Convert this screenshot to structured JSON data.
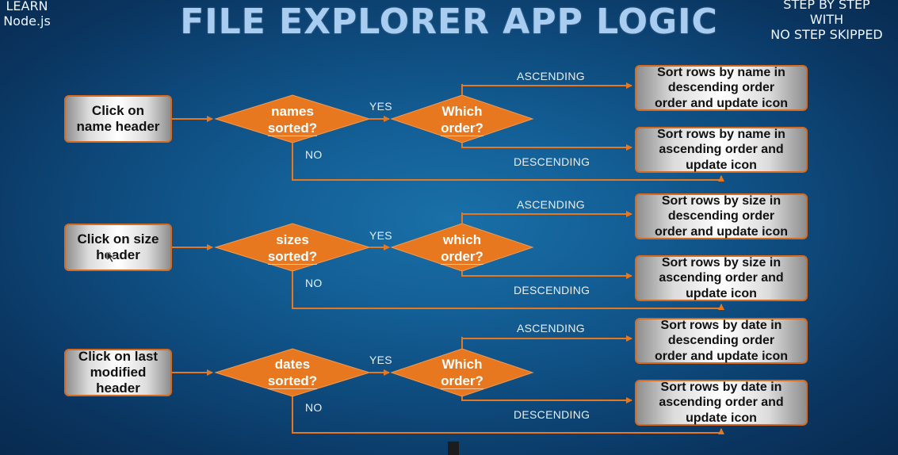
{
  "slide": {
    "title": "FILE EXPLORER APP LOGIC",
    "corner_left": [
      "LEARN",
      "Node.js"
    ],
    "corner_right": [
      "STEP BY STEP",
      "WITH",
      "NO STEP SKIPPED"
    ]
  },
  "colors": {
    "accent_orange": "#e8781f",
    "border_orange": "#d76a1e",
    "title_blue": "#a9cdf0"
  },
  "flows": [
    {
      "start": [
        "Click on",
        "name header"
      ],
      "decision": [
        "names",
        "sorted?"
      ],
      "order_question": [
        "Which",
        "order?"
      ],
      "yes_label": "YES",
      "no_label": "NO",
      "ascending_label": "ASCENDING",
      "descending_label": "DESCENDING",
      "result_top": [
        "Sort rows by name in",
        "descending order",
        "order and update icon"
      ],
      "result_bottom": [
        "Sort rows by name in",
        "ascending order and",
        "update icon"
      ]
    },
    {
      "start": [
        "Click on size",
        "header"
      ],
      "decision": [
        "sizes",
        "sorted?"
      ],
      "order_question": [
        "which",
        "order?"
      ],
      "yes_label": "YES",
      "no_label": "NO",
      "ascending_label": "ASCENDING",
      "descending_label": "DESCENDING",
      "result_top": [
        "Sort rows by size in",
        "descending order",
        "order and update icon"
      ],
      "result_bottom": [
        "Sort rows by size in",
        "ascending order and",
        "update icon"
      ]
    },
    {
      "start": [
        "Click on last",
        "modified",
        "header"
      ],
      "decision": [
        "dates",
        "sorted?"
      ],
      "order_question": [
        "Which",
        "order?"
      ],
      "yes_label": "YES",
      "no_label": "NO",
      "ascending_label": "ASCENDING",
      "descending_label": "DESCENDING",
      "result_top": [
        "Sort rows by date in",
        "descending order",
        "order and update icon"
      ],
      "result_bottom": [
        "Sort rows by date in",
        "ascending order and",
        "update icon"
      ]
    }
  ]
}
